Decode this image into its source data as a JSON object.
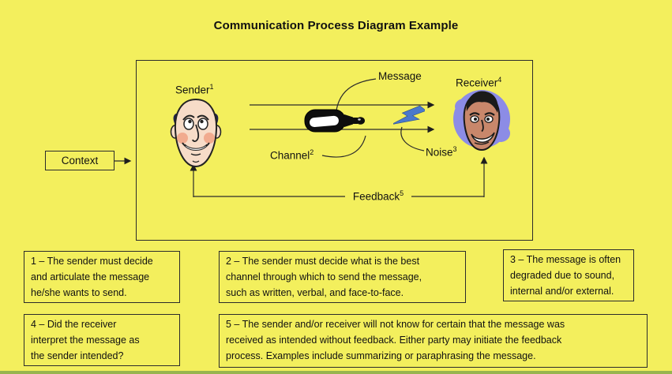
{
  "title": "Communication Process Diagram Example",
  "colors": {
    "background": "#F3EF5D",
    "line": "#2b2b2b",
    "noise_bolt": "#4A79CC",
    "receiver_halo": "#8C8CE6",
    "bottom_strip": "#97B54F"
  },
  "diagram": {
    "context_label": "Context",
    "sender": {
      "text": "Sender",
      "sup": "1"
    },
    "receiver": {
      "text": "Receiver",
      "sup": "4"
    },
    "message_label": "Message",
    "channel": {
      "text": "Channel",
      "sup": "2"
    },
    "noise": {
      "text": "Noise",
      "sup": "3"
    },
    "feedback": {
      "text": "Feedback",
      "sup": "5"
    }
  },
  "icons": {
    "sender": "sender-face-icon",
    "receiver": "receiver-face-icon",
    "message": "message-bottle-icon",
    "noise": "noise-bolt-icon"
  },
  "notes": [
    {
      "text": "1 – The sender must decide\nand articulate the message\nhe/she wants to send."
    },
    {
      "text": "2 – The sender must decide what is the best\nchannel through which to send the message,\nsuch as written, verbal, and face-to-face."
    },
    {
      "text": "3 – The message is often\ndegraded due to sound,\ninternal and/or external."
    },
    {
      "text": "4 – Did the receiver\ninterpret the message as\nthe sender intended?"
    },
    {
      "text": "5 – The sender and/or receiver will not know for certain that the message was\nreceived as intended without feedback. Either party may initiate the feedback\nprocess. Examples include summarizing or paraphrasing the message."
    }
  ]
}
